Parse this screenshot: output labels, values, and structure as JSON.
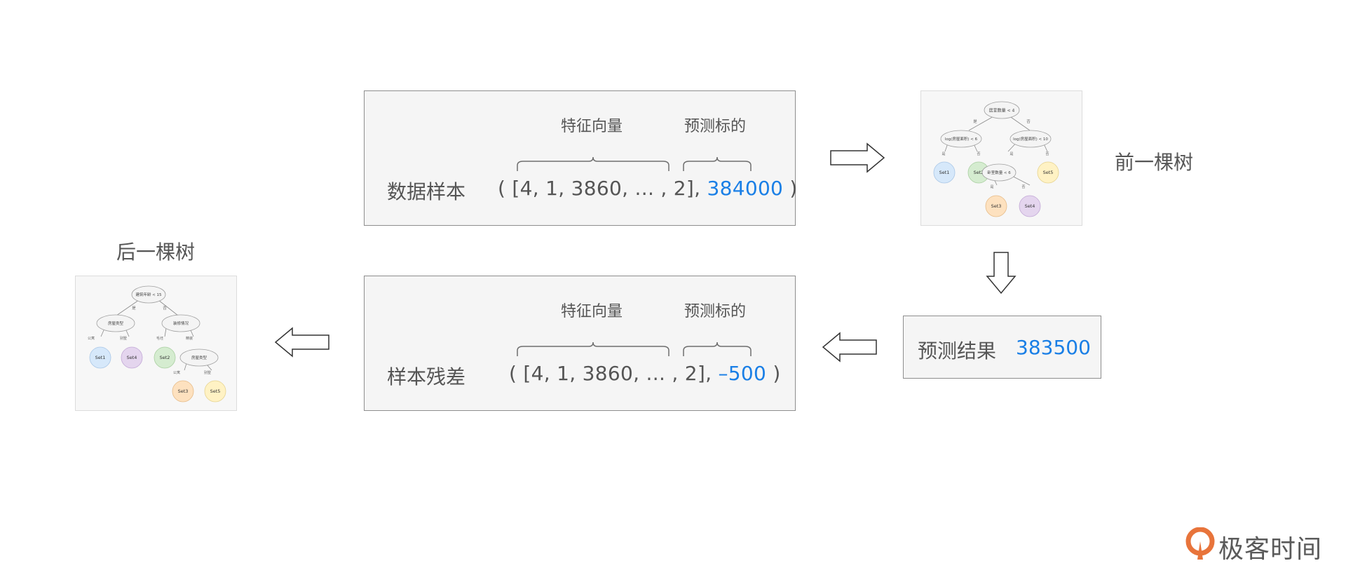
{
  "top_panel": {
    "feature_header": "特征向量",
    "target_header": "预测标的",
    "row_label": "数据样本",
    "tuple_prefix": "( [4, 1, 3860, ... , 2],",
    "target_value": "384000",
    "tuple_suffix": ")"
  },
  "bottom_panel": {
    "feature_header": "特征向量",
    "target_header": "预测标的",
    "row_label": "样本残差",
    "tuple_prefix": "( [4, 1, 3860, ... , 2],",
    "target_value": "–500",
    "tuple_suffix": ")"
  },
  "prediction": {
    "label": "预测结果",
    "value": "383500"
  },
  "prev_tree": {
    "label": "前一棵树",
    "root": "居室数量 < 4",
    "edge_yes": "是",
    "edge_no": "否",
    "left_node": "log(房屋面积) < 6",
    "right_node": "log(房屋面积) < 10",
    "mid_node": "卧室数量 < 6",
    "leaves": [
      "Set1",
      "Set2",
      "Set5",
      "Set3",
      "Set4"
    ]
  },
  "next_tree": {
    "label": "后一棵树",
    "root": "建筑年龄 < 15",
    "edge_yes": "是",
    "edge_no": "否",
    "left_node": "房屋类型",
    "right_node": "装修情况",
    "mid_node": "房屋类型",
    "edge_labels": [
      "公寓",
      "别墅",
      "毛坯",
      "精装",
      "公寓",
      "别墅"
    ],
    "leaves": [
      "Set1",
      "Set4",
      "Set2",
      "Set3",
      "Set5"
    ]
  },
  "brand": {
    "name": "极客时间"
  },
  "colors": {
    "accent_blue": "#1a7fe6",
    "panel_bg": "#f5f5f5",
    "leaf_blue": "#d6e8fa",
    "leaf_green": "#d5ecd0",
    "leaf_yellow": "#fff2c4",
    "leaf_orange": "#fde1bf",
    "leaf_purple": "#e4d5ee",
    "brand_orange": "#e8743b"
  }
}
